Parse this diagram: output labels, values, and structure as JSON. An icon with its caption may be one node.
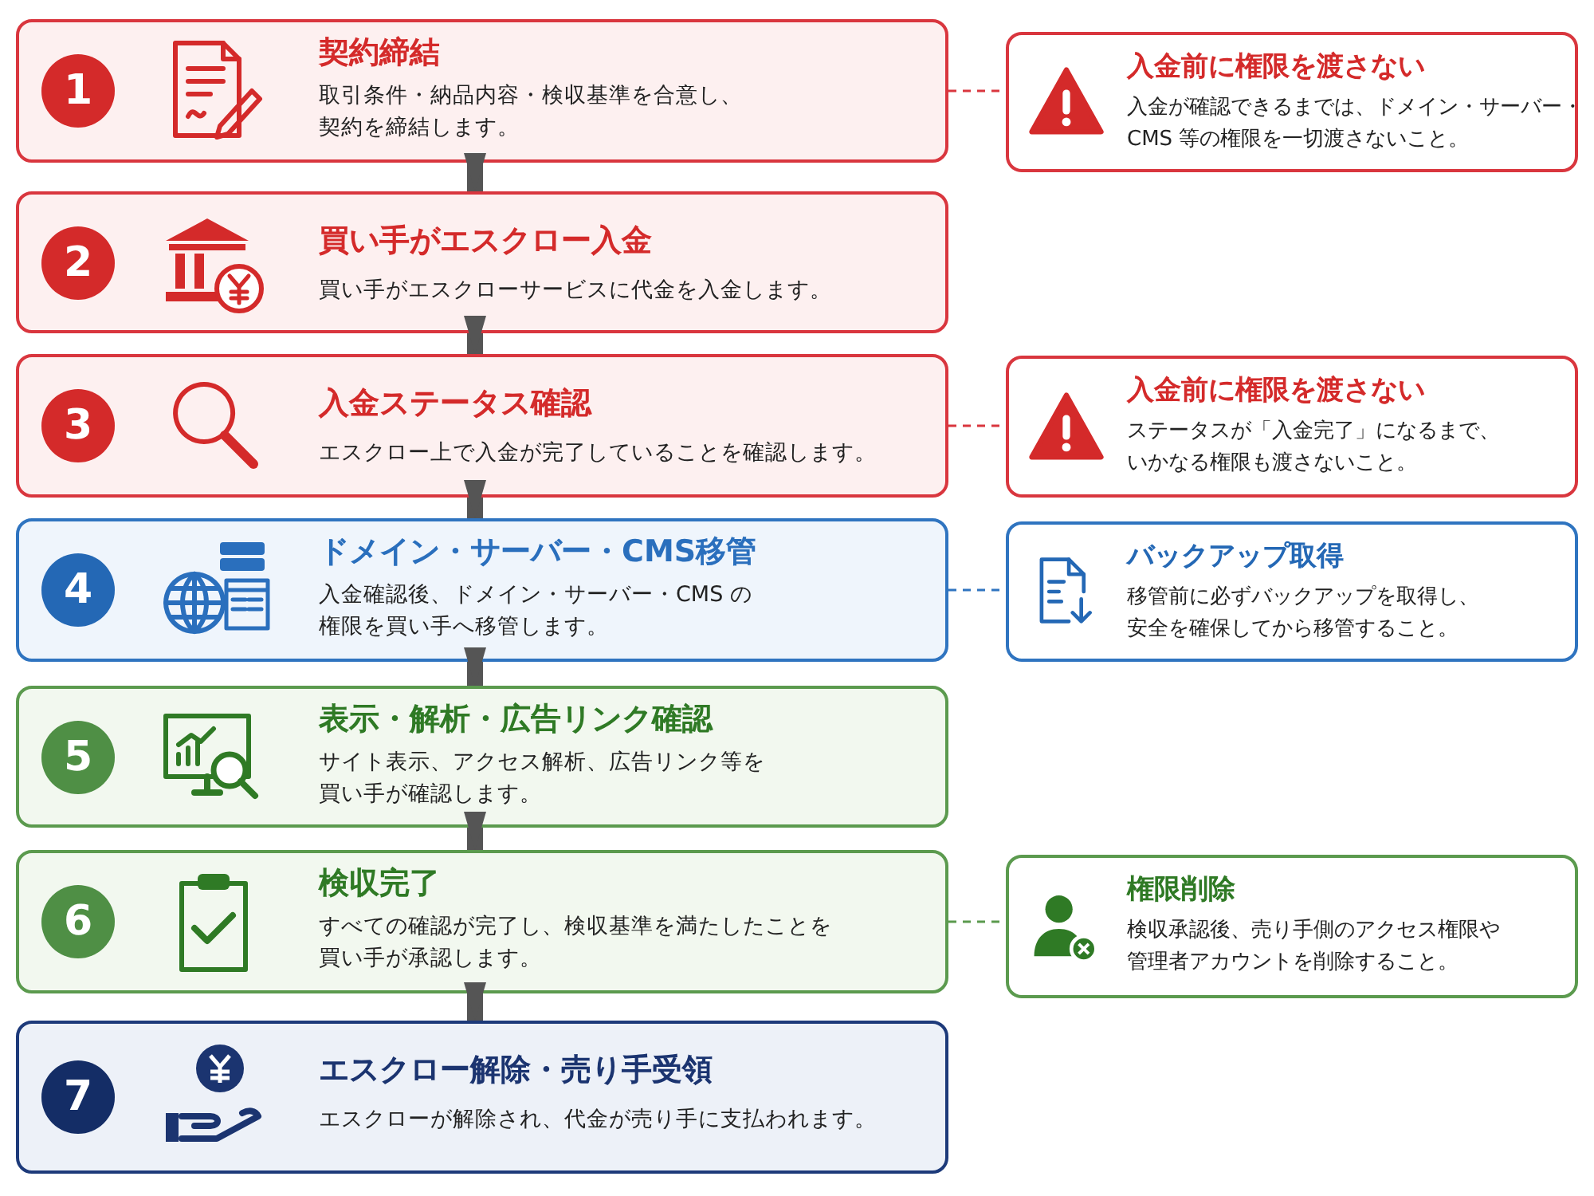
{
  "diagram": {
    "nodes": [
      {
        "text": [
          "契約締結",
          "取引条件・納品内容・検収基準を合意し、契約を締結します。"
        ]
      },
      {
        "text": [
          "1"
        ],
        "in": 0
      },
      {
        "text": [
          "買い手がエスクロー入金",
          "買い手がエスクローサービスに代金を入金します。"
        ]
      },
      {
        "text": [
          "2"
        ],
        "in": 2
      },
      {
        "text": [
          "入金ステータス確認",
          "エスクロー上で入金が完了していることを確認します。"
        ]
      },
      {
        "text": [
          "3"
        ],
        "in": 4
      },
      {
        "text": [
          "ドメイン・サーバー・CMS移管",
          "入金確認後、ドメイン・サーバー・CMS の権限を買い手へ移管します。"
        ]
      },
      {
        "text": [
          "4"
        ],
        "in": 6
      },
      {
        "text": [
          "表示・解析・広告リンク確認",
          "サイト表示、アクセス解析、広告リンク等を買い手が確認します。"
        ]
      },
      {
        "text": [
          "5"
        ],
        "in": 8
      },
      {
        "text": [
          "検収完了",
          "すべての確認が完了し、検収基準を満たしたことを買い手が承認します。"
        ]
      },
      {
        "text": [
          "6"
        ],
        "in": 10
      },
      {
        "text": [
          "エスクロー解除・売り手受領",
          "エスクローが解除され、代金が売り手に支払われます。"
        ]
      },
      {
        "text": [
          "7"
        ],
        "in": 12
      },
      {
        "text": [
          "入金前に権限を渡さない",
          "入金が確認できるまでは、ドメイン・サーバー・CMS 等の権限を一切渡さないこと。"
        ]
      },
      {
        "text": [
          "入金前に権限を渡さない",
          "ステータスが「入金完了」になるまで、いかなる権限も渡さないこと。"
        ]
      },
      {
        "text": [
          "バックアップ取得",
          "移管前に必ずバックアップを取得し、安全を確保してから移管すること。"
        ]
      },
      {
        "text": [
          "権限削除",
          "検収承認後、売り手側のアクセス権限や管理者アカウントを削除すること。"
        ]
      }
    ],
    "edges": [
      {
        "from": 0,
        "to": 2,
        "arrow": "to"
      },
      {
        "from": 2,
        "to": 4,
        "arrow": "to"
      },
      {
        "from": 4,
        "to": 6,
        "arrow": "to"
      },
      {
        "from": 6,
        "to": 8,
        "arrow": "to"
      },
      {
        "from": 8,
        "to": 10,
        "arrow": "to"
      },
      {
        "from": 10,
        "to": 12,
        "arrow": "to"
      },
      {
        "from": 0,
        "to": 14,
        "arrow": "none",
        "style": "dashed",
        "color": "#d9363e"
      },
      {
        "from": 4,
        "to": 15,
        "arrow": "none",
        "style": "dashed",
        "color": "#d9363e"
      },
      {
        "from": 6,
        "to": 16,
        "arrow": "none",
        "style": "dashed",
        "color": "#2f74c0"
      },
      {
        "from": 10,
        "to": 17,
        "arrow": "none",
        "style": "dashed",
        "color": "#5b9a4e"
      }
    ]
  }
}
